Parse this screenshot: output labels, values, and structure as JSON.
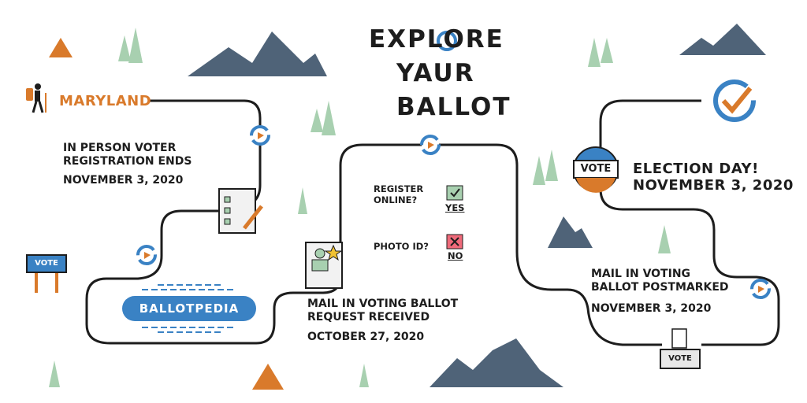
{
  "title": {
    "line1": "EXPLORE",
    "line2": "YAUR",
    "line3": "BALLOT"
  },
  "state": "MARYLAND",
  "milestones": [
    {
      "title": "IN PERSON VOTER\nREGISTRATION ENDS",
      "date": "NOVEMBER 3, 2020"
    },
    {
      "title": "MAIL IN VOTING BALLOT\nREQUEST RECEIVED",
      "date": "OCTOBER 27, 2020"
    },
    {
      "title": "ELECTION DAY!",
      "date": "NOVEMBER 3, 2020"
    },
    {
      "title": "MAIL IN VOTING\nBALLOT POSTMARKED",
      "date": "NOVEMBER 3, 2020"
    }
  ],
  "questions": [
    {
      "label": "REGISTER\nONLINE?",
      "answer": "YES"
    },
    {
      "label": "PHOTO ID?",
      "answer": "NO"
    }
  ],
  "logo": "BALLOTPEDIA",
  "signs": {
    "vote_sign": "VOTE",
    "badge": "VOTE",
    "box": "VOTE"
  },
  "colors": {
    "orange": "#d97a2b",
    "blue": "#3a82c4",
    "slate": "#4f6378",
    "tree": "#a8d0b0",
    "path": "#1d1d1d"
  }
}
